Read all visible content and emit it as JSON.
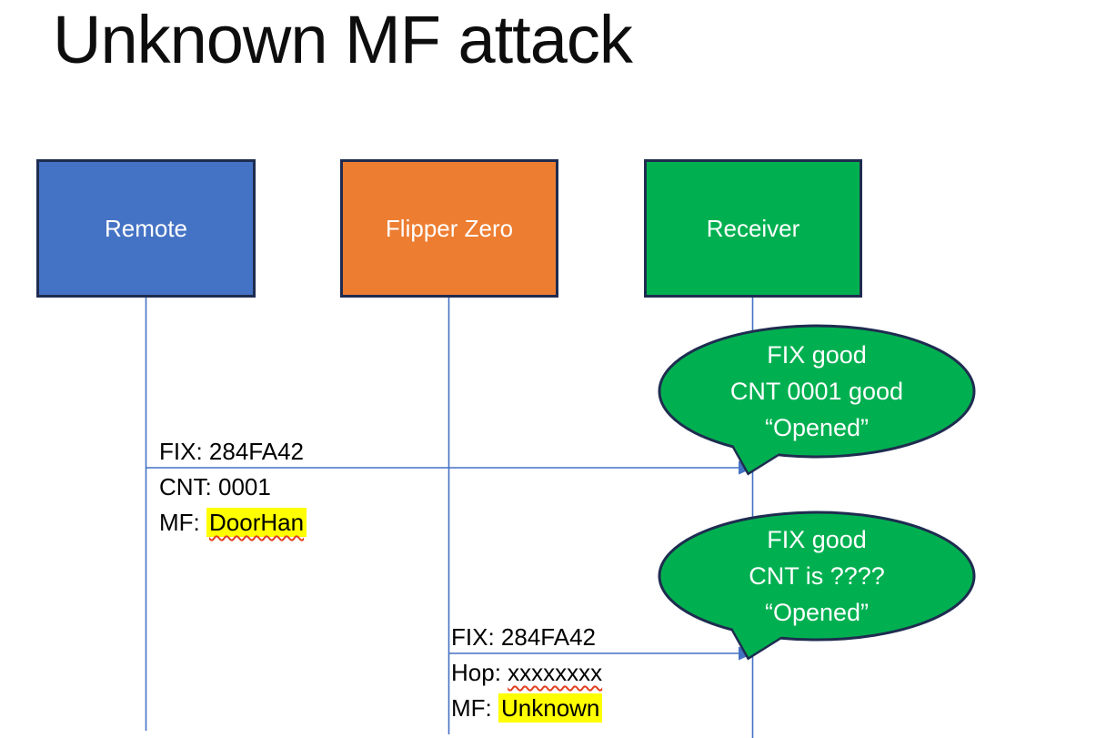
{
  "title": "Unknown MF attack",
  "colors": {
    "remote_fill": "#4472C4",
    "flipper_fill": "#ED7D31",
    "receiver_fill": "#00B050",
    "shape_border": "#1F2C50",
    "bubble_fill": "#00B050",
    "line_blue": "#4472C4",
    "highlight_yellow": "#FFFF00",
    "squiggle_red": "#E2401F",
    "text_black": "#000000",
    "text_white": "#FFFFFF"
  },
  "actors": [
    {
      "label": "Remote"
    },
    {
      "label": "Flipper Zero"
    },
    {
      "label": "Receiver"
    }
  ],
  "messages": [
    {
      "from": "Remote",
      "to": "Receiver",
      "line1": "FIX: 284FA42",
      "line2": "CNT: 0001",
      "line3_prefix": "MF: ",
      "line3_highlighted": "DoorHan"
    },
    {
      "from": "Flipper Zero",
      "to": "Receiver",
      "line1": "FIX: 284FA42",
      "line2_prefix": "Hop: ",
      "line2_misspelled": "xxxxxxxx",
      "line3_prefix": "MF: ",
      "line3_highlighted": "Unknown"
    }
  ],
  "callouts": [
    {
      "line1": "FIX good",
      "line2": "CNT 0001 good",
      "line3": "“Opened”"
    },
    {
      "line1": "FIX good",
      "line2": "CNT is ????",
      "line3": "“Opened”"
    }
  ]
}
